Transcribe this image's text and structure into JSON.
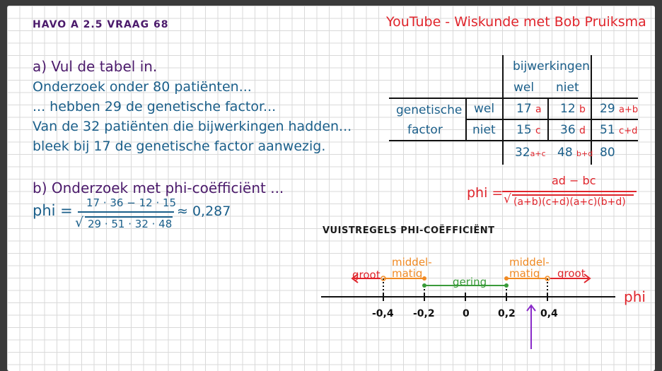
{
  "header": {
    "left_title": "HAVO A 2.5 VRAAG 68",
    "right_title": "YouTube - Wiskunde met Bob Pruiksma"
  },
  "part_a": {
    "label": "a) Vul de tabel in.",
    "lines": [
      "Onderzoek onder 80 patiënten...",
      "... hebben 29 de genetische factor...",
      "Van de 32 patiënten die bijwerkingen hadden...",
      "bleek bij 17 de genetische factor aanwezig."
    ]
  },
  "part_b": {
    "label": "b) Onderzoek met phi-coëfficiënt ...",
    "phi_prefix": "phi =",
    "numerator": "17 · 36 − 12 · 15",
    "denominator": "29 · 51 · 32 · 48",
    "result": "≈ 0,287"
  },
  "table": {
    "col_header": "bijwerkingen",
    "col_wel": "wel",
    "col_niet": "niet",
    "row_header_1": "genetische",
    "row_header_2": "factor",
    "row_wel": "wel",
    "row_niet": "niet",
    "a_val": "17",
    "a_lbl": "a",
    "b_val": "12",
    "b_lbl": "b",
    "c_val": "15",
    "c_lbl": "c",
    "d_val": "36",
    "d_lbl": "d",
    "ab_val": "29",
    "ab_lbl": "a+b",
    "cd_val": "51",
    "cd_lbl": "c+d",
    "ac_val": "32",
    "ac_lbl": "a+c",
    "bd_val": "48",
    "bd_lbl": "b+d",
    "total": "80"
  },
  "formula": {
    "lhs": "phi =",
    "numerator": "ad − bc",
    "denominator": "(a+b)(c+d)(a+c)(b+d)"
  },
  "rules": {
    "title": "VUISTREGELS PHI-COËFFICIËNT",
    "groot_left": "groot",
    "groot_right": "groot",
    "middel_left_1": "middel-",
    "middel_left_2": "matig",
    "middel_right_1": "middel-",
    "middel_right_2": "matig",
    "gering": "gering",
    "axis_label": "phi",
    "ticks": [
      "-0,4",
      "-0,2",
      "0",
      "0,2",
      "0,4"
    ]
  },
  "colors": {
    "purple": "#4b1a6b",
    "blue": "#1b5f8a",
    "red": "#e0252c",
    "orange": "#f08a24",
    "green": "#3a9b3a"
  }
}
